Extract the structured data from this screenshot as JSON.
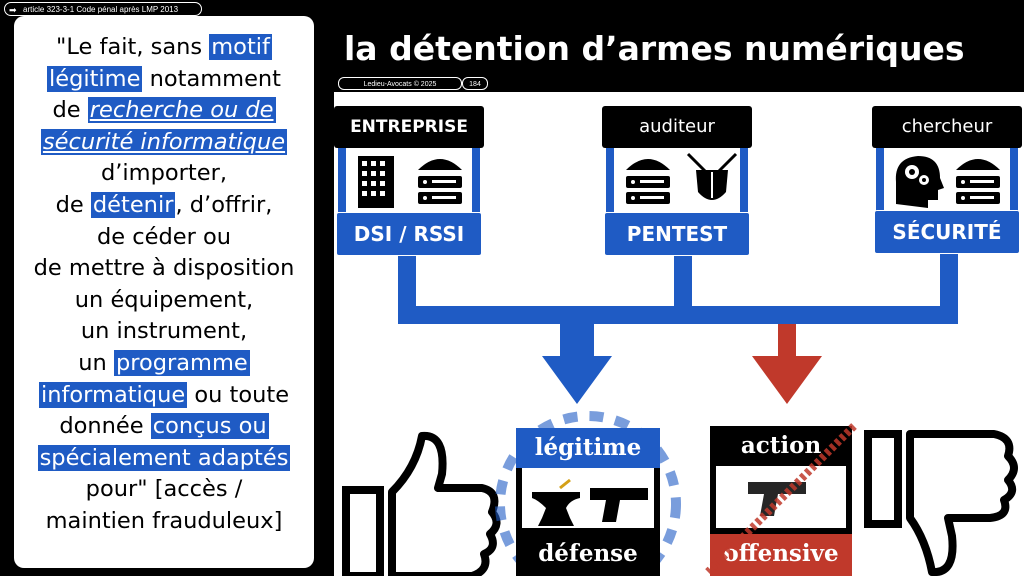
{
  "header": {
    "tag": "article 323-3-1 Code pénal après LMP 2013",
    "title": "la détention d’armes numériques",
    "copyright": "Ledieu-Avocats  ©  2025",
    "page_number": "184"
  },
  "quote": {
    "l1a": "\"Le fait, sans ",
    "l1b": "motif",
    "l2a": "légitime",
    "l2b": " notamment",
    "l3a": "de ",
    "l3b": "recherche ou de",
    "l4": "sécurité informatique",
    "l5": "d’importer,",
    "l6a": "de ",
    "l6b": "détenir",
    "l6c": ", d’offrir,",
    "l7": "de céder ou",
    "l8": "de mettre à disposition",
    "l9": "un équipement,",
    "l10": "un instrument,",
    "l11a": "un ",
    "l11b": "programme",
    "l12a": "informatique",
    "l12b": " ou toute",
    "l13a": "donnée ",
    "l13b": "conçus ou",
    "l14": "spécialement adaptés",
    "l15": "pour\"  [accès /",
    "l16": "maintien frauduleux]"
  },
  "columns": [
    {
      "head": "ENTREPRISE",
      "foot": "DSI / RSSI"
    },
    {
      "head": "auditeur",
      "foot": "PENTEST"
    },
    {
      "head": "chercheur",
      "foot": "SÉCURITÉ"
    }
  ],
  "outcomes": {
    "legit_head": "légitime",
    "legit_foot": "défense",
    "offense_head": "action",
    "offense_foot": "offensive"
  },
  "colors": {
    "accent_blue": "#1f5bc4",
    "arrow_red": "#c0392b"
  },
  "icons": [
    "building-icon",
    "server-umbrella-icon",
    "swords-shield-icon",
    "brain-gears-icon",
    "anvil-icon",
    "pistol-icon",
    "thumbs-up-icon",
    "thumbs-down-icon"
  ]
}
